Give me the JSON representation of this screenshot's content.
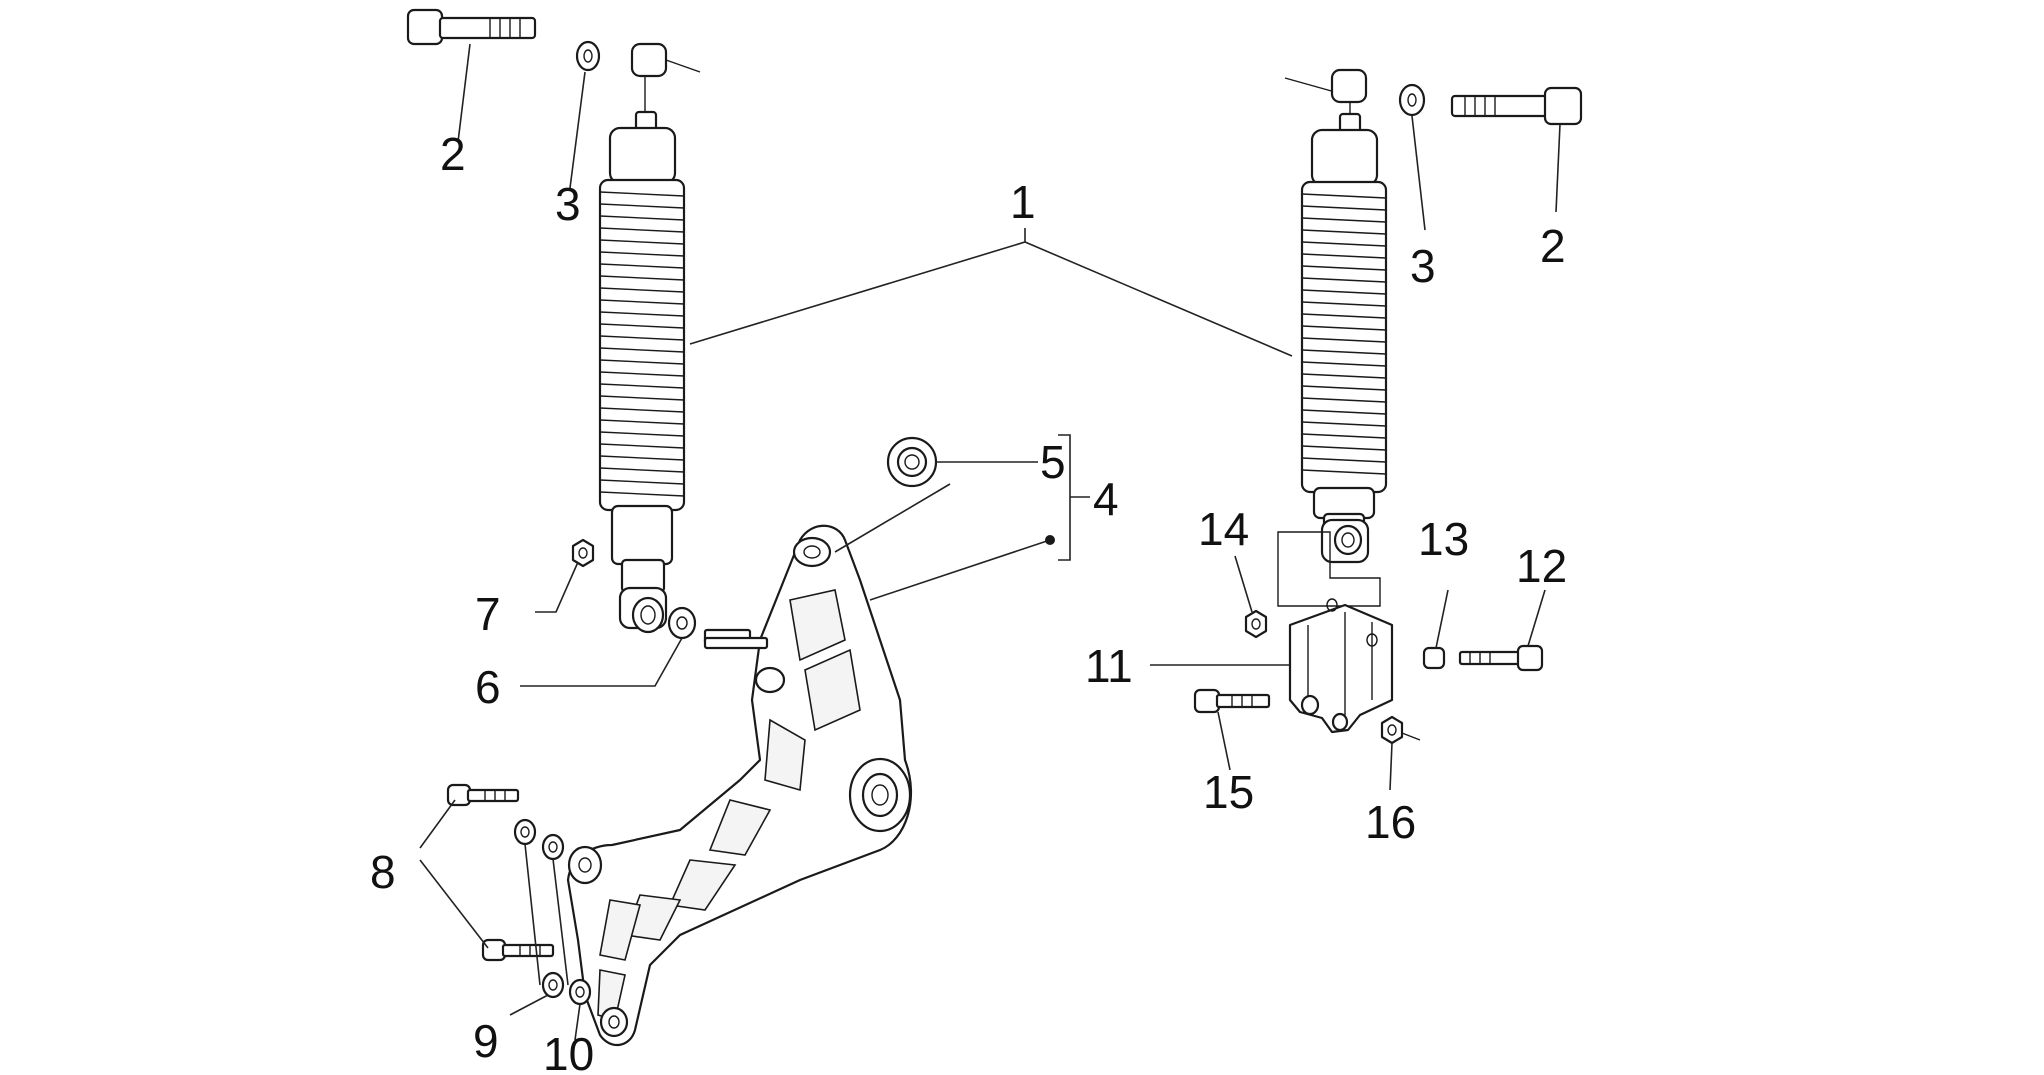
{
  "diagram": {
    "callouts": [
      {
        "id": "c1",
        "label": "1"
      },
      {
        "id": "c2a",
        "label": "2"
      },
      {
        "id": "c2b",
        "label": "2"
      },
      {
        "id": "c3a",
        "label": "3"
      },
      {
        "id": "c3b",
        "label": "3"
      },
      {
        "id": "c4",
        "label": "4"
      },
      {
        "id": "c5",
        "label": "5"
      },
      {
        "id": "c6",
        "label": "6"
      },
      {
        "id": "c7",
        "label": "7"
      },
      {
        "id": "c8",
        "label": "8"
      },
      {
        "id": "c9",
        "label": "9"
      },
      {
        "id": "c10",
        "label": "10"
      },
      {
        "id": "c11",
        "label": "11"
      },
      {
        "id": "c12",
        "label": "12"
      },
      {
        "id": "c13",
        "label": "13"
      },
      {
        "id": "c14",
        "label": "14"
      },
      {
        "id": "c15",
        "label": "15"
      },
      {
        "id": "c16",
        "label": "16"
      }
    ]
  }
}
